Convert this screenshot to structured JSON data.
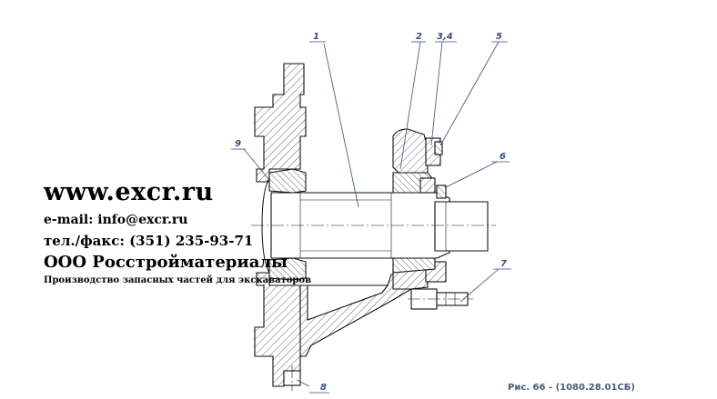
{
  "callouts": {
    "c1": "1",
    "c2": "2",
    "c34": "3,4",
    "c5": "5",
    "c6": "6",
    "c7": "7",
    "c8": "8",
    "c9": "9"
  },
  "watermark": {
    "site": "www.excr.ru",
    "email": "e-mail: info@excr.ru",
    "phone": "тел./факс: (351) 235-93-71",
    "company": "ООО Росстройматериалы",
    "tagline": "Производство запасных частей для экскаваторов"
  },
  "caption": "Рис. 66 - (1080.28.01СБ)",
  "colors": {
    "callout": "#3a4f7a",
    "caption": "#4a5a78",
    "lines": "#111111"
  }
}
